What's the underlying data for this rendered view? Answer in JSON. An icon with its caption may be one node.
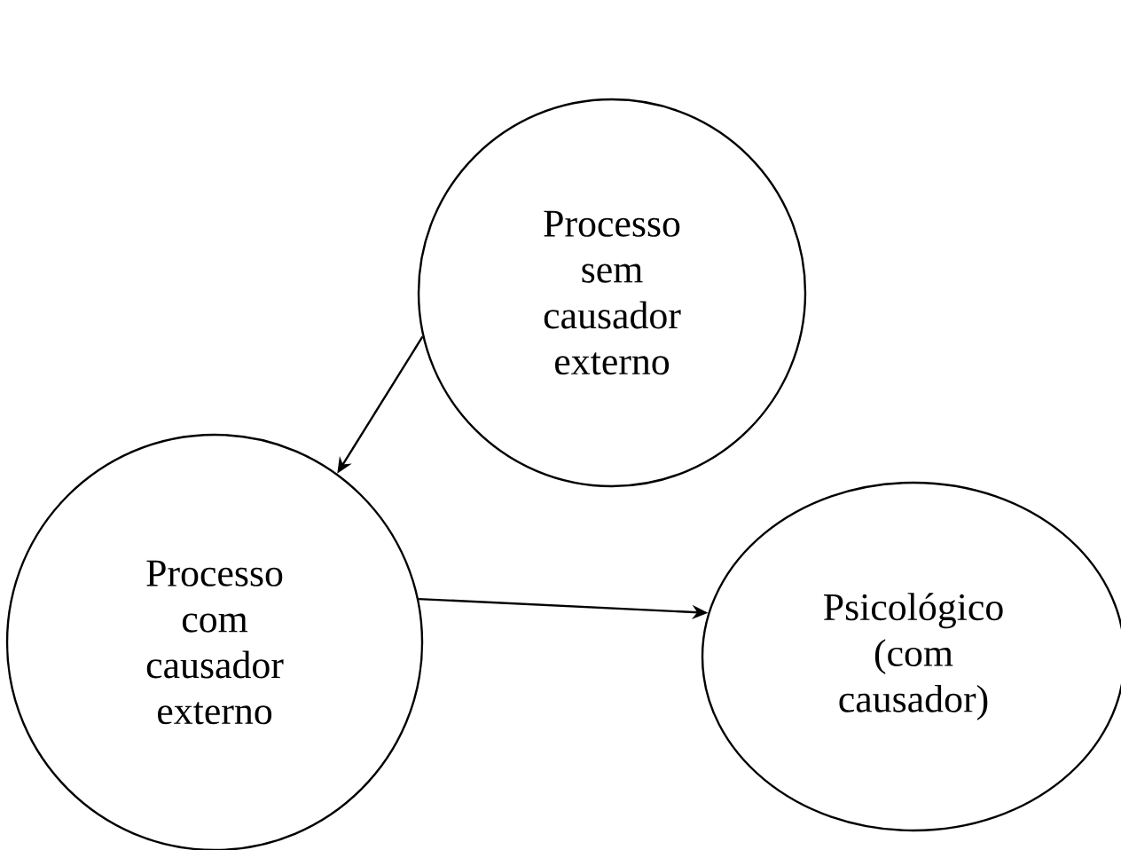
{
  "diagram": {
    "nodes": [
      {
        "text": [
          "Processo sem causador externo"
        ]
      },
      {
        "text": [
          "Processo com causador externo"
        ]
      },
      {
        "text": [
          "Psicológico (com causador)"
        ]
      }
    ],
    "edges": [
      {
        "from": 0,
        "to": 1,
        "arrow": "to"
      },
      {
        "from": 1,
        "to": 2,
        "arrow": "to"
      }
    ]
  }
}
